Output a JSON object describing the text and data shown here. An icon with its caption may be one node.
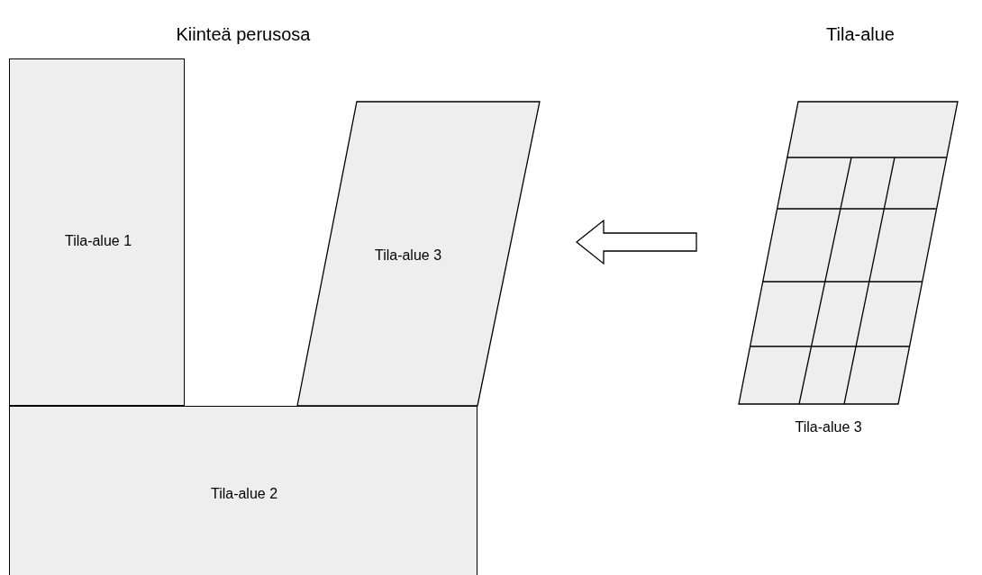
{
  "diagram": {
    "nodes": [
      {
        "text": [
          "Tila-alue 1"
        ]
      },
      {
        "text": [
          "Tila-alue 3"
        ]
      },
      {
        "text": [
          "Tila-alue 2"
        ]
      },
      {
        "text": [],
        "shape": "picture",
        "beside": [
          "Tila-alue 3"
        ]
      }
    ],
    "edges": [
      {
        "from": 3,
        "to": 1,
        "arrow": "to"
      }
    ],
    "labels": [
      "Kiinteä perusosa",
      "Tila-alue"
    ]
  }
}
